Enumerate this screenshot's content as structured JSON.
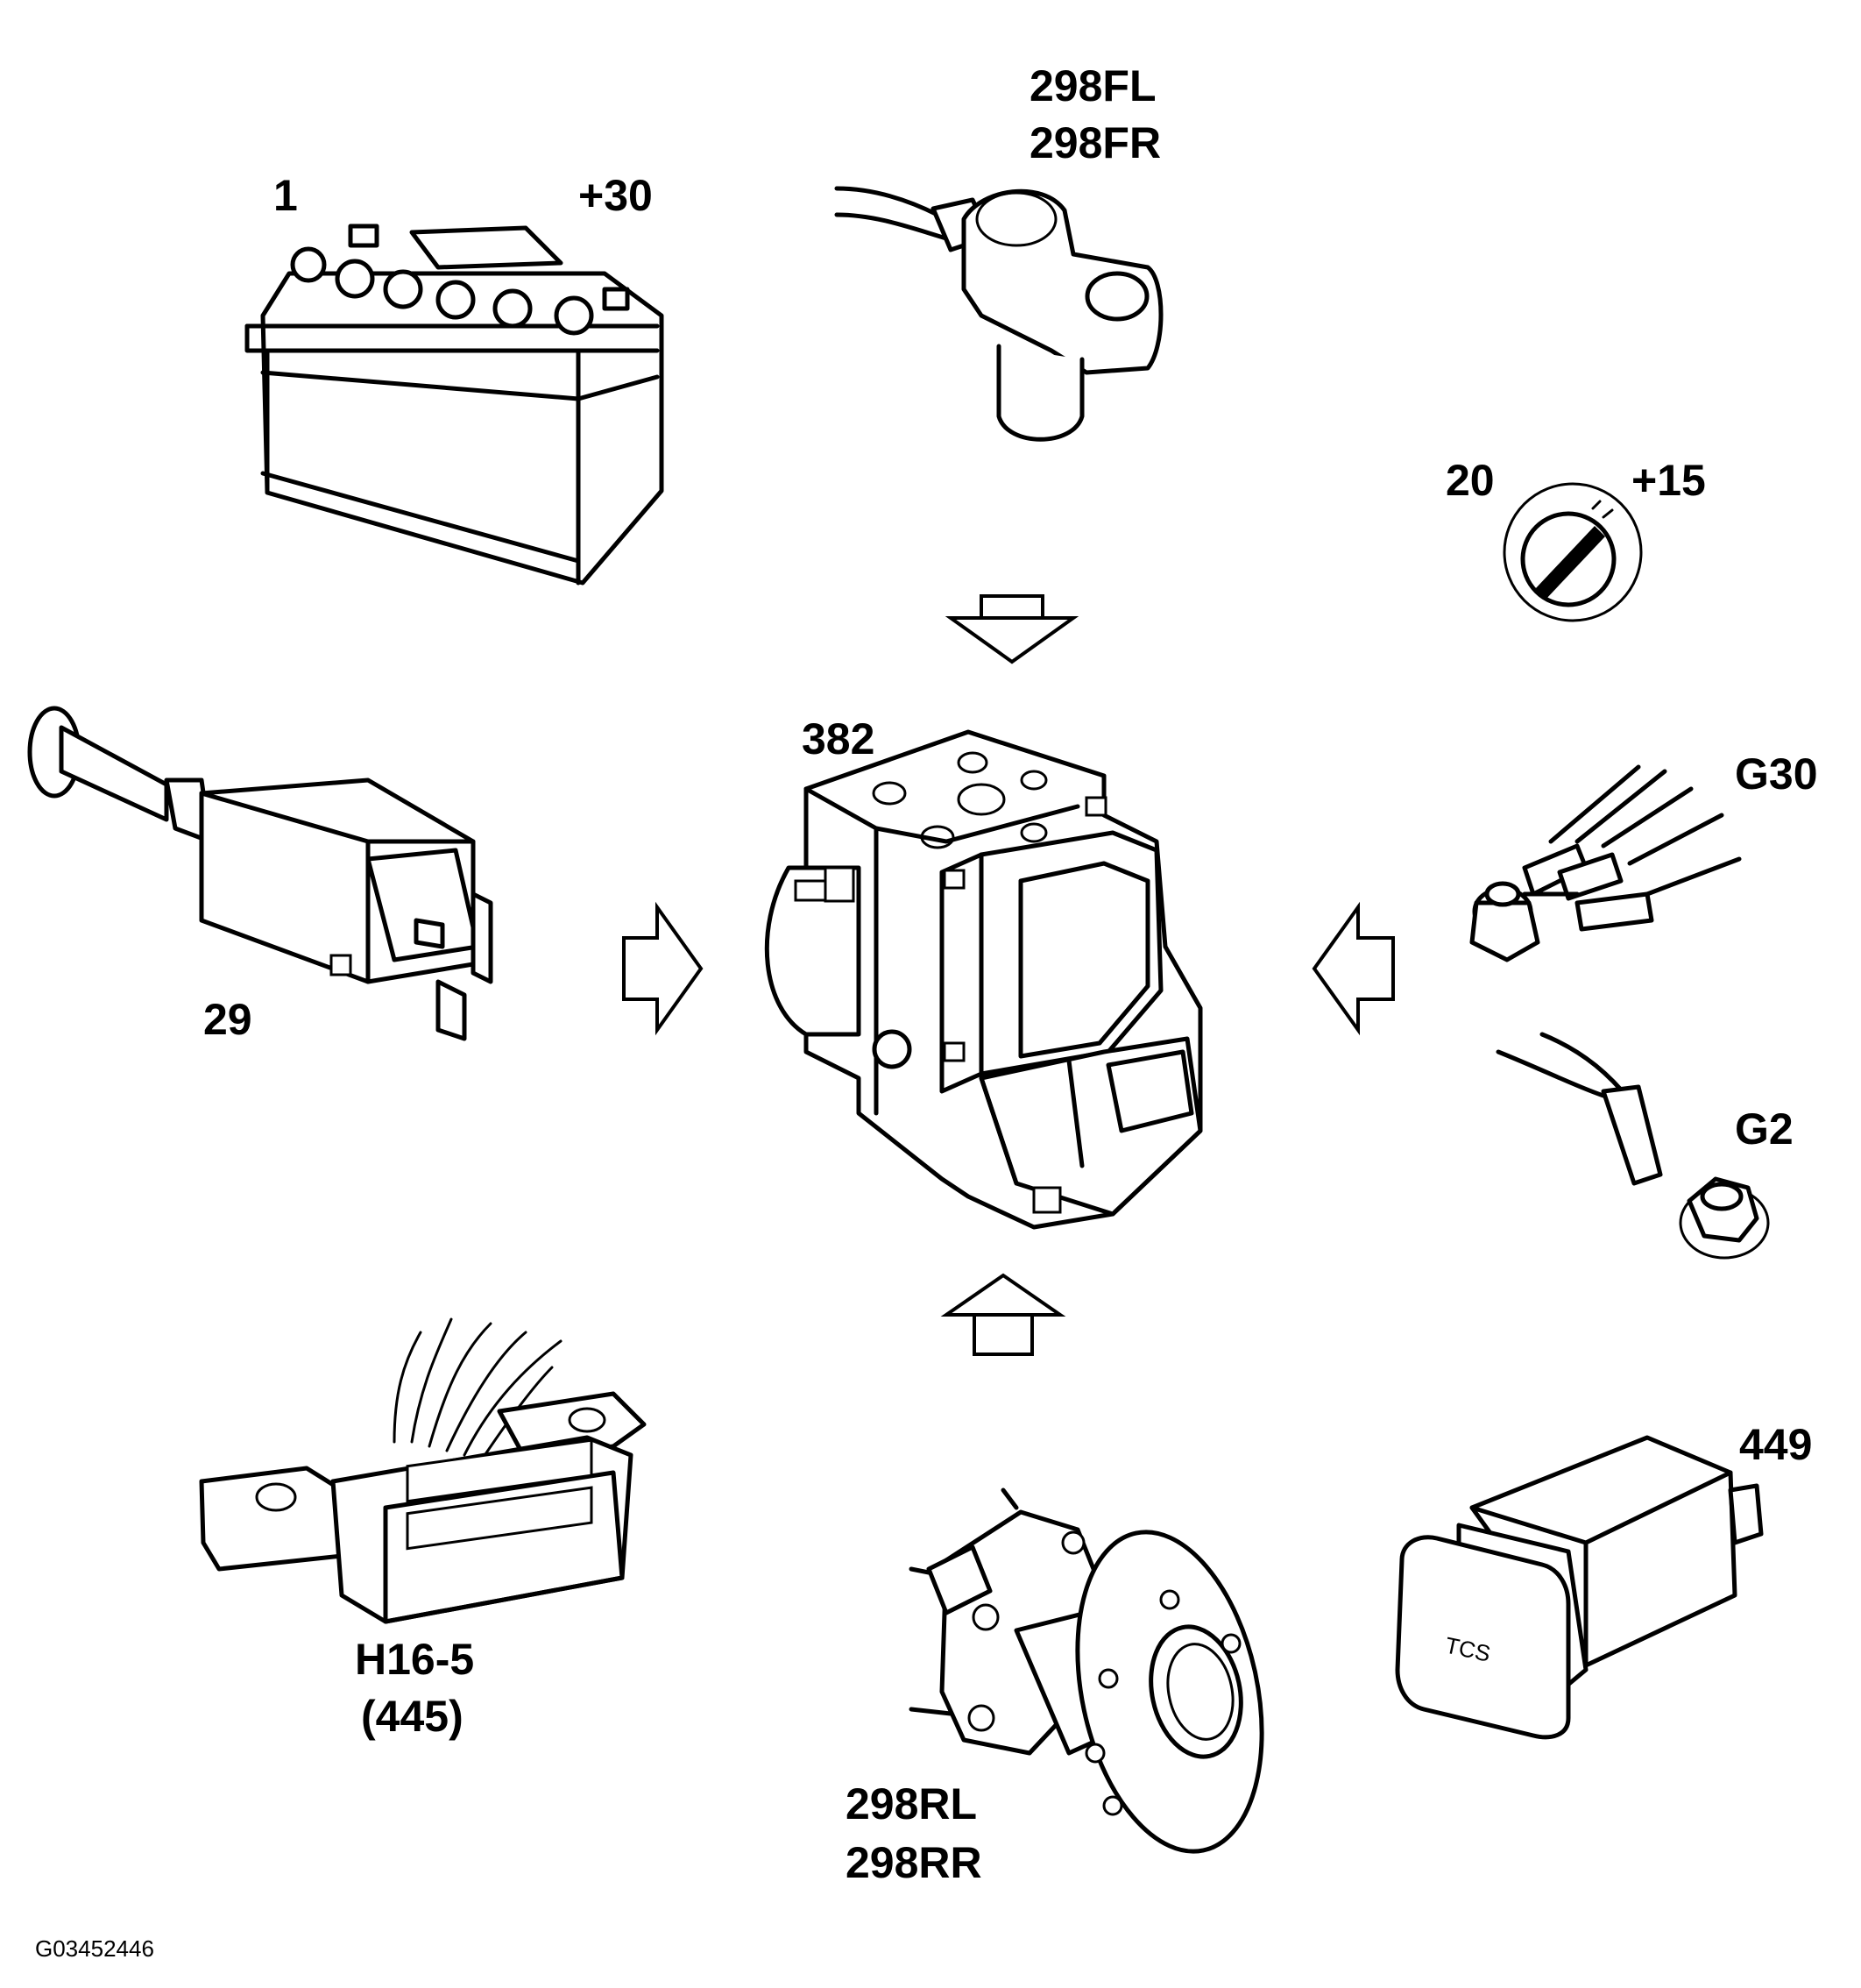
{
  "labels": {
    "battery_ref": "1",
    "battery_terminal": "+30",
    "front_sensor_left": "298FL",
    "front_sensor_right": "298FR",
    "ignition_ref": "20",
    "ignition_terminal": "+15",
    "brake_switch": "29",
    "abs_unit": "382",
    "ground_g30": "G30",
    "ground_g2": "G2",
    "diag_connector": "H16-5",
    "diag_connector_alt": "(445)",
    "rear_sensor_left": "298RL",
    "rear_sensor_right": "298RR",
    "tcs_switch": "449",
    "tcs_button_text": "TCS",
    "figure_id": "G03452446"
  }
}
